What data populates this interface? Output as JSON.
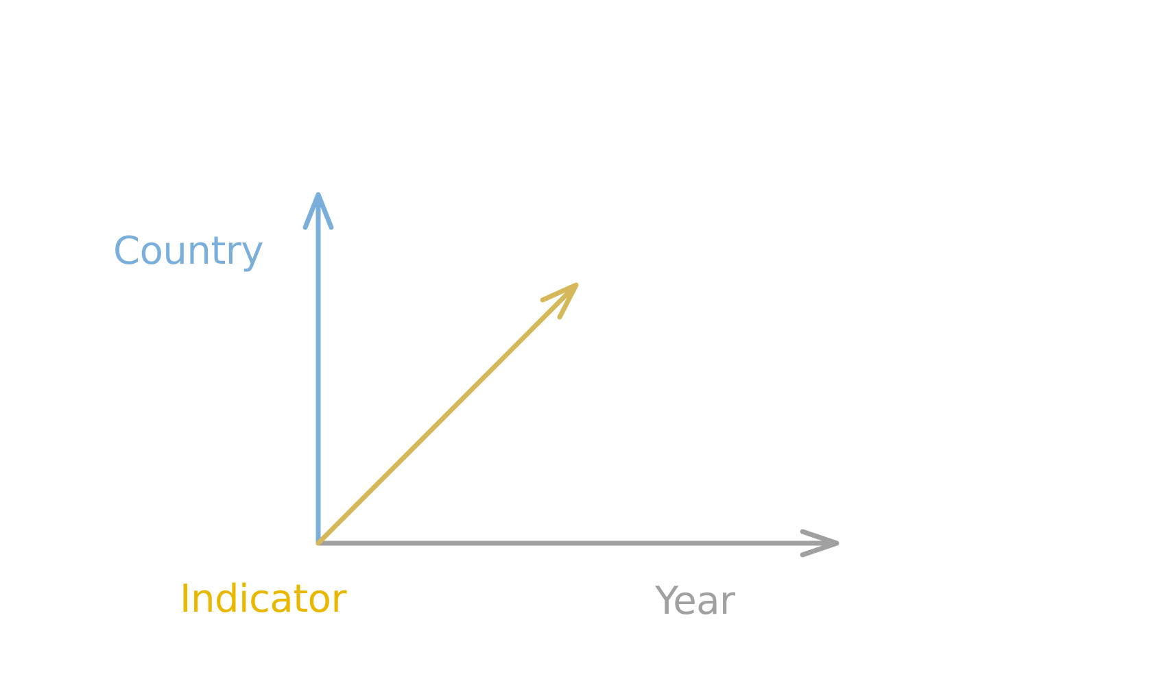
{
  "labels": {
    "country": "Country",
    "indicator": "Indicator",
    "year": "Year"
  },
  "colors": {
    "country": "#7aaedb",
    "indicator": "#e8b800",
    "indicator_arrow": "#d4b85a",
    "year": "#a0a0a0"
  }
}
